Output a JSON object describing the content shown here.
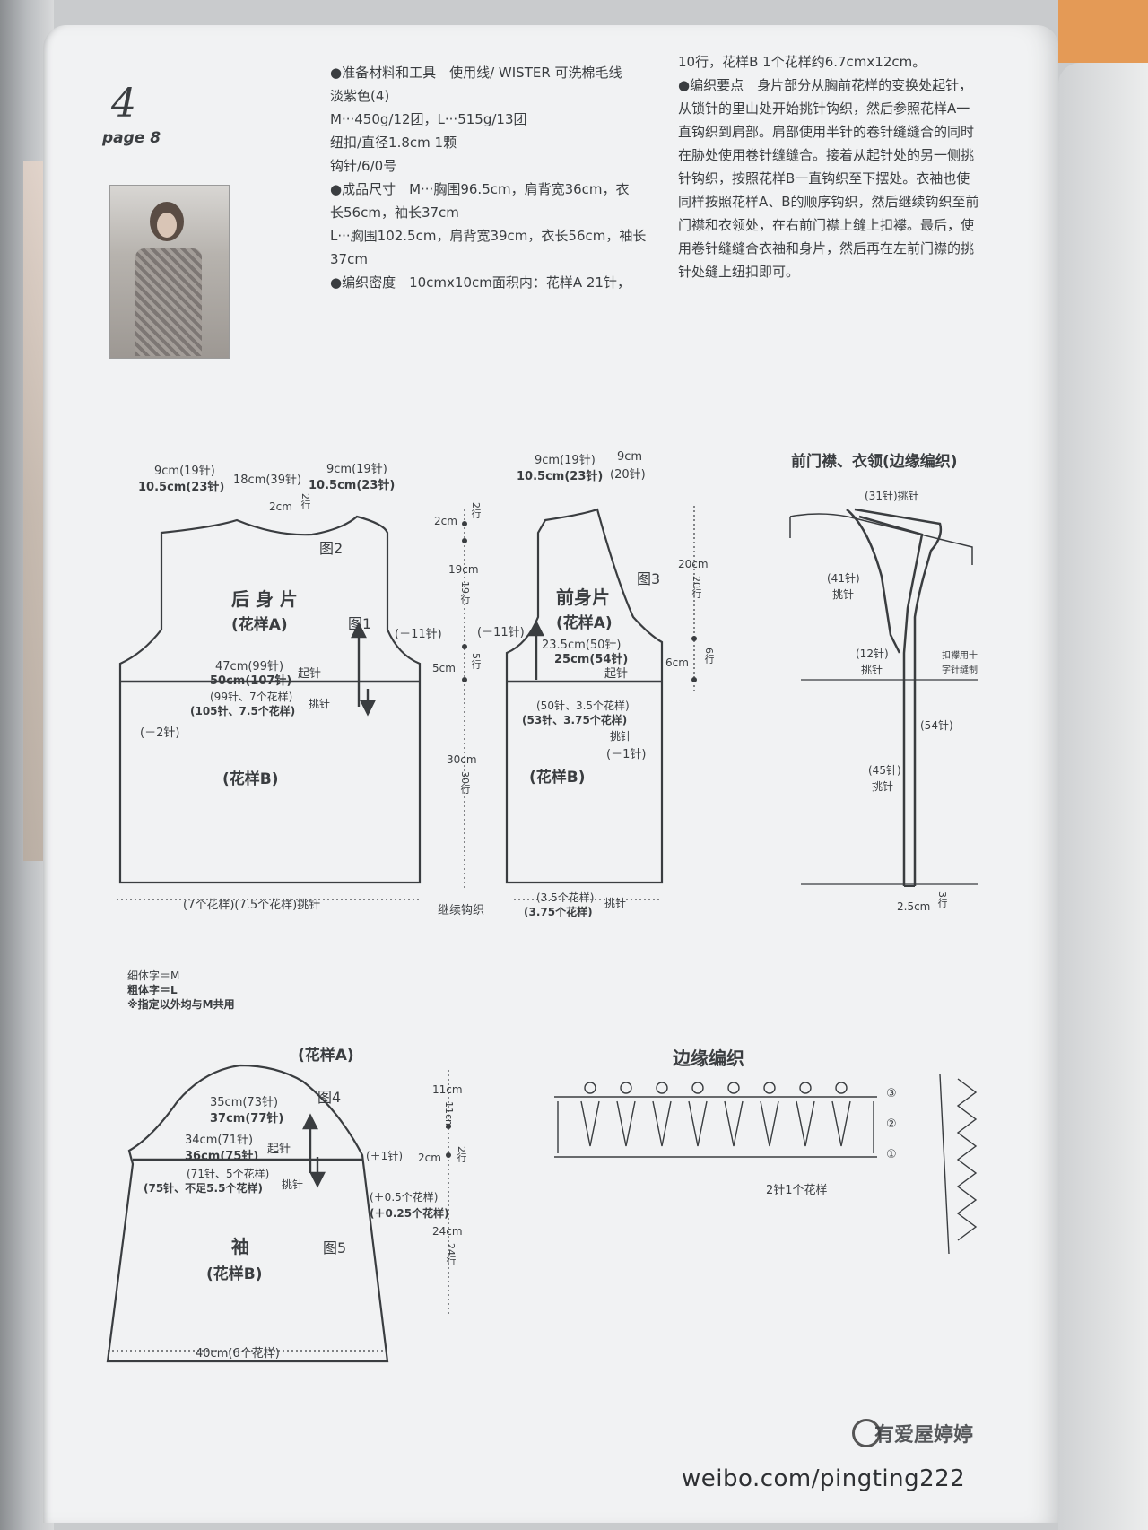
{
  "page": {
    "number": "4",
    "page_ref": "page 8"
  },
  "materials": {
    "lines": [
      "●准备材料和工具　使用线/ WISTER 可洗棉毛线",
      "淡紫色(4)",
      "M···450g/12团，L···515g/13团",
      "纽扣/直径1.8cm 1颗",
      "钩针/6/0号",
      "●成品尺寸　M···胸围96.5cm，肩背宽36cm，衣",
      "长56cm，袖长37cm",
      "L···胸围102.5cm，肩背宽39cm，衣长56cm，袖长",
      "37cm",
      "●编织密度　10cmx10cm面积内：花样A 21针，"
    ]
  },
  "instructions": {
    "lines": [
      "10行，花样B 1个花样约6.7cmx12cm。",
      "●编织要点　身片部分从胸前花样的变换处起针，",
      "从锁针的里山处开始挑针钩织，然后参照花样A一",
      "直钩织到肩部。肩部使用半针的卷针缝缝合的同时",
      "在胁处使用卷针缝缝合。接着从起针处的另一侧挑",
      "针钩织，按照花样B一直钩织至下摆处。衣袖也使",
      "同样按照花样A、B的顺序钩织，然后继续钩织至前",
      "门襟和衣领处，在右前门襟上缝上扣襻。最后，使",
      "用卷针缝缝合衣袖和身片，然后再在左前门襟的挑",
      "针处缝上纽扣即可。"
    ]
  },
  "back": {
    "title": "后 身 片",
    "pattern_a": "(花样A)",
    "pattern_b": "(花样B)",
    "fig1": "图1",
    "fig2": "图2",
    "top_left_a": "9cm(19针)",
    "top_left_b": "10.5cm(23针)",
    "top_mid": "18cm(39针)",
    "top_right_a": "9cm(19针)",
    "top_right_b": "10.5cm(23针)",
    "neck": "2cm",
    "neck_rows": "2行",
    "dec": "(－11针)",
    "chest_a": "47cm(99针)",
    "chest_b": "50cm(107针)",
    "cast_on": "起针",
    "pick_a": "(99针、7个花样)",
    "pick_b": "(105针、7.5个花样)",
    "pick": "挑针",
    "minus2": "(－2针)",
    "bottom": "(7个花样)(7.5个花样)挑针"
  },
  "center": {
    "h1": "2cm",
    "r1": "2行",
    "h2": "19cm",
    "r2": "19行",
    "h3": "5cm",
    "r3": "5行",
    "h4": "30cm",
    "r4": "30行",
    "cont": "继续钩织"
  },
  "front": {
    "title": "前身片",
    "pattern_a": "(花样A)",
    "pattern_b": "(花样B)",
    "fig3": "图3",
    "top_a": "9cm(19针)",
    "top_b": "10.5cm(23针)",
    "top_right_a": "9cm",
    "top_right_b": "(20针)",
    "dec": "(－11针)",
    "chest_a": "23.5cm(50针)",
    "chest_b": "25cm(54针)",
    "cast_on": "起针",
    "pick_a": "(50针、3.5个花样)",
    "pick_b": "(53针、3.75个花样)",
    "pick": "挑针",
    "minus1": "(－1针)",
    "h_a": "20cm",
    "r_a": "20行",
    "h_b": "6cm",
    "r_b": "6行",
    "bottom_a": "(3.5个花样)",
    "bottom_b": "(3.75个花样)",
    "bottom_pick": "挑针"
  },
  "placket": {
    "title": "前门襟、衣领(边缘编织)",
    "n31": "(31针)挑针",
    "n41": "(41针)",
    "p41": "挑针",
    "n12": "(12针)",
    "p12": "挑针",
    "button": "扣襻用十",
    "button2": "字针缝制",
    "n54": "(54针)",
    "n45": "(45针)",
    "p45": "挑针",
    "h": "2.5cm",
    "r": "3行"
  },
  "legend": {
    "thin": "细体字＝M",
    "bold": "粗体字＝L",
    "note": "※指定以外均与M共用"
  },
  "sleeve": {
    "pattern_a": "(花样A)",
    "fig4": "图4",
    "fig5": "图5",
    "title": "袖",
    "pattern_b": "(花样B)",
    "w1a": "35cm(73针)",
    "w1b": "37cm(77针)",
    "w2a": "34cm(71针)",
    "w2b": "36cm(75针)",
    "cast_on": "起针",
    "pick_a": "(71针、5个花样)",
    "pick_b": "(75针、不足5.5个花样)",
    "pick": "挑针",
    "plus1": "(＋1针)",
    "h1": "11cm",
    "r1": "11行",
    "h2": "2cm",
    "r2": "2行",
    "inc_a": "(＋0.5个花样)",
    "inc_b": "(＋0.25个花样)",
    "h3": "24cm",
    "r3": "24行",
    "bottom": "40cm(6个花样)"
  },
  "edge": {
    "title": "边缘编织",
    "repeat": "2针1个花样",
    "row1": "①",
    "row2": "②",
    "row3": "③"
  },
  "footer": {
    "source": "weibo.com/pingting222",
    "watermark": "有爱屋婷婷"
  }
}
